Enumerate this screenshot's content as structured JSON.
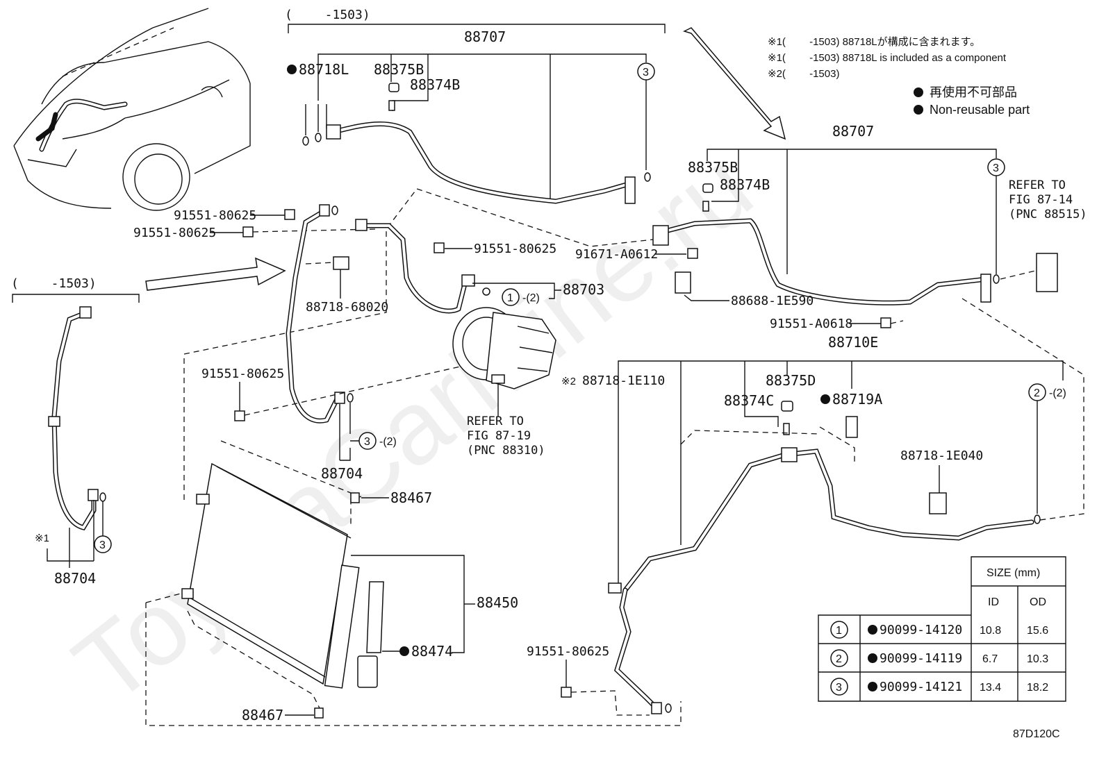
{
  "watermark": "ToyotaCarMine.ru",
  "diagram_code": "87D120C",
  "notes": {
    "n1_ja": "※1(　　 -1503) 88718Lが構成に含まれます。",
    "n1_en": "※1(　　 -1503) 88718L is included as a component",
    "n2": "※2(　　 -1503)"
  },
  "legend": {
    "ja": "再使用不可部品",
    "en": "Non-reusable part"
  },
  "ranges": {
    "top": "(　　 -1503)",
    "left": "(　　 -1503)"
  },
  "labels": {
    "p88707_top": "88707",
    "p88718L": "88718L",
    "p88375B_top": "88375B",
    "p88374B_top": "88374B",
    "c3_top": "3",
    "p88707_right": "88707",
    "p88375B_right": "88375B",
    "p88374B_right": "88374B",
    "c3_right": "3",
    "refer_87_14_a": "REFER TO",
    "refer_87_14_b": "FIG 87-14",
    "refer_87_14_c": "(PNC 88515)",
    "b91551_80625_a": "91551-80625",
    "b91551_80625_b": "91551-80625",
    "b91551_80625_c": "91551-80625",
    "b91551_80625_d": "91551-80625",
    "b91551_80625_e": "91551-80625",
    "b91671_A0612": "91671-A0612",
    "p88688_1E590": "88688-1E590",
    "b91551_A0618": "91551-A0618",
    "p88718_68020": "88718-68020",
    "p88703": "88703",
    "c1_88703": "1",
    "c1_88703_sub": "-(2)",
    "p88710E": "88710E",
    "mark2": "※2",
    "p88718_1E110": "88718-1E110",
    "p88375D": "88375D",
    "p88374C": "88374C",
    "p88719A": "88719A",
    "c2_right": "2",
    "c2_right_sub": "-(2)",
    "p88718_1E040": "88718-1E040",
    "refer_87_19_a": "REFER TO",
    "refer_87_19_b": "FIG 87-19",
    "refer_87_19_c": "(PNC 88310)",
    "c3_mid": "3",
    "c3_mid_sub": "-(2)",
    "p88704_mid": "88704",
    "p88467_top": "88467",
    "p88467_bottom": "88467",
    "p88450": "88450",
    "p88474": "88474",
    "mark1": "※1",
    "c3_left": "3",
    "p88704_left": "88704"
  },
  "size_table": {
    "header": "SIZE (mm)",
    "col_id": "ID",
    "col_od": "OD",
    "rows": [
      {
        "no": "1",
        "part": "90099-14120",
        "id": "10.8",
        "od": "15.6"
      },
      {
        "no": "2",
        "part": "90099-14119",
        "id": "6.7",
        "od": "10.3"
      },
      {
        "no": "3",
        "part": "90099-14121",
        "id": "13.4",
        "od": "18.2"
      }
    ]
  }
}
